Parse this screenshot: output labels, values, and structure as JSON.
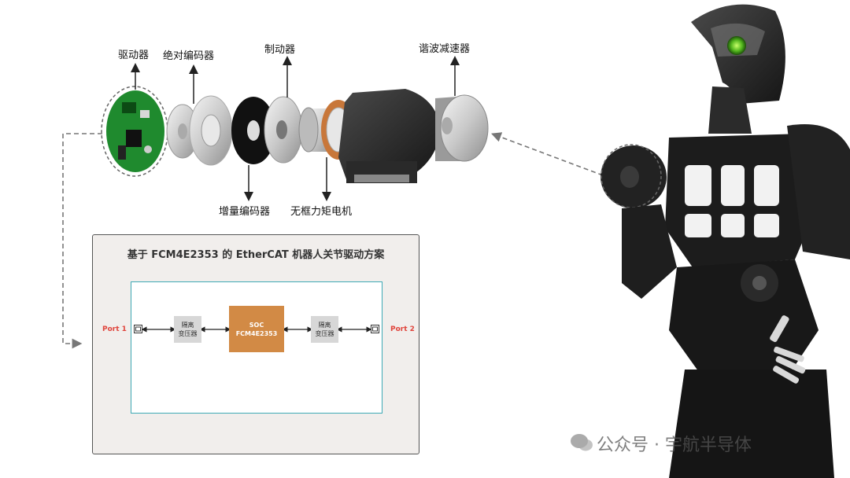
{
  "labels": {
    "driver": "驱动器",
    "abs_encoder": "绝对编码器",
    "brake": "制动器",
    "harmonic": "谐波减速器",
    "inc_encoder": "增量编码器",
    "motor": "无框力矩电机"
  },
  "panel": {
    "title": "基于 FCM4E2353 的 EtherCAT 机器人关节驱动方案",
    "port1": "Port 1",
    "port2": "Port 2",
    "isolation_left": "隔离\n变压器",
    "isolation_right": "隔离\n变压器",
    "soc_line1": "SOC",
    "soc_line2": "FCM4E2353"
  },
  "watermark": "公众号 · 宇航半导体",
  "colors": {
    "pcb_green": "#1f8a2e",
    "copper": "#c8773a",
    "soc_orange": "#d28a45",
    "port_red": "#e0443c",
    "inner_border": "#3fa9b5",
    "eye_green": "#6fd42a"
  }
}
